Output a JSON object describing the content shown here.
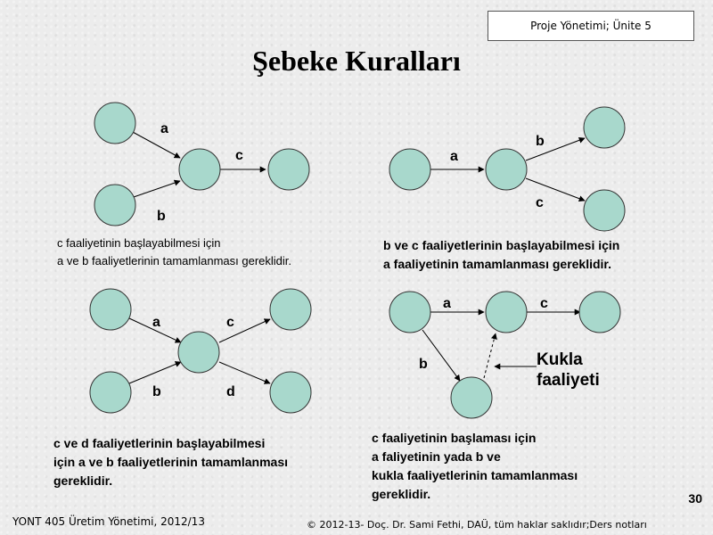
{
  "header": {
    "course_label": "Proje Yönetimi; Ünite 5"
  },
  "title": "Şebeke Kuralları",
  "colors": {
    "node_fill": "#a8d8cc",
    "node_stroke": "#333333",
    "background": "#ececec"
  },
  "diagram1": {
    "labels": {
      "a": "a",
      "b": "b",
      "c": "c"
    },
    "caption": [
      "c faaliyetinin başlayabilmesi için",
      "a ve b faaliyetlerinin tamamlanması gereklidir."
    ]
  },
  "diagram2": {
    "labels": {
      "a": "a",
      "b": "b",
      "c": "c"
    },
    "caption": [
      "b ve c faaliyetlerinin başlayabilmesi için",
      "a faaliyetinin tamamlanması gereklidir."
    ]
  },
  "diagram3": {
    "labels": {
      "a": "a",
      "b": "b",
      "c": "c",
      "d": "d"
    },
    "caption": [
      "c ve d faaliyetlerinin başlayabilmesi",
      "için a ve b faaliyetlerinin tamamlanması",
      "gereklidir."
    ]
  },
  "diagram4": {
    "labels": {
      "a": "a",
      "b": "b",
      "c": "c",
      "dummy_line1": "Kukla",
      "dummy_line2": "faaliyeti"
    },
    "caption": [
      "c faaliyetinin başlaması için",
      "a faliyetinin yada b ve",
      "kukla faaliyetlerinin tamamlanması",
      "gereklidir."
    ]
  },
  "page_number": "30",
  "footer": {
    "left": "YONT 405 Üretim Yönetimi, 2012/13",
    "right": "© 2012-13- Doç. Dr. Sami Fethi, DAÜ, tüm haklar saklıdır;Ders notları"
  }
}
